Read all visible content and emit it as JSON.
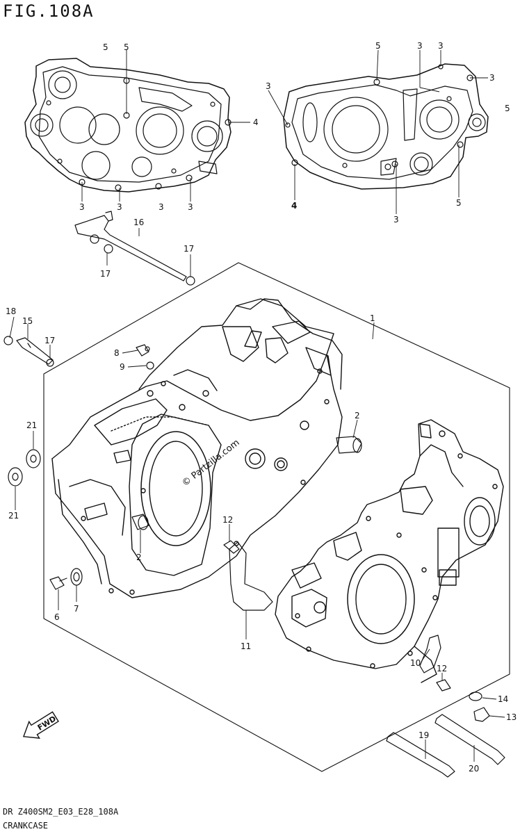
{
  "figure": {
    "title": "FIG.108A",
    "code": "DR Z400SM2_E03_E28_108A",
    "name": "CRANKCASE"
  },
  "watermark": "© Partzilla.com",
  "fwd_label": "FWD",
  "callouts": {
    "c1": "1",
    "c2a": "2",
    "c2b": "2",
    "c3a": "3",
    "c3b": "3",
    "c3c": "3",
    "c3d": "3",
    "c3e": "3",
    "c3f": "3",
    "c3g": "3",
    "c3h": "3",
    "c3i": "3",
    "c4a": "4",
    "c4b": "4",
    "c5a": "5",
    "c5b": "5",
    "c5c": "5",
    "c5d": "5",
    "c5e": "5",
    "c6": "6",
    "c7": "7",
    "c8": "8",
    "c9": "9",
    "c10": "10",
    "c11": "11",
    "c12a": "12",
    "c12b": "12",
    "c13": "13",
    "c14": "14",
    "c15": "15",
    "c16": "16",
    "c17a": "17",
    "c17b": "17",
    "c17c": "17",
    "c18": "18",
    "c19": "19",
    "c20": "20",
    "c21a": "21",
    "c21b": "21"
  },
  "colors": {
    "ink": "#111111",
    "background": "#ffffff"
  }
}
